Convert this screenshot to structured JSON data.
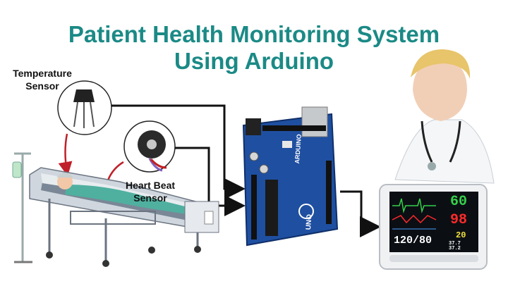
{
  "title": {
    "line1": "Patient Health Monitoring System",
    "line2": "Using Arduino"
  },
  "labels": {
    "temperature_line1": "Temperature",
    "temperature_line2": "Sensor",
    "heartbeat_line1": "Heart Beat",
    "heartbeat_line2": "Sensor"
  },
  "board": {
    "brand": "ARDUINO",
    "model": "UNO"
  },
  "monitor": {
    "heart_rate": "60",
    "spo2": "98",
    "resp": "20",
    "blood_pressure": "120/80",
    "temp_a": "37.7",
    "temp_b": "37.2"
  },
  "colors": {
    "title": "#1b8a86",
    "arrow": "#111111",
    "sensor_link": "#c0202a",
    "board": "#1f4fa0",
    "monitor_green": "#35d04a",
    "monitor_red": "#ff2a2a",
    "monitor_yellow": "#f3e23a"
  }
}
